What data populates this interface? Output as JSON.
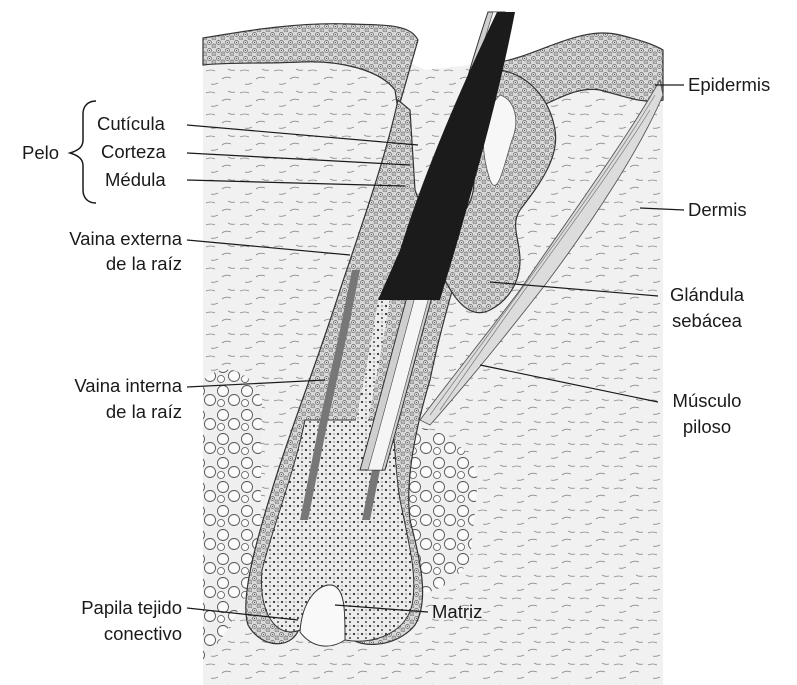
{
  "labels": {
    "pelo": "Pelo",
    "cuticula": "Cutícula",
    "corteza": "Corteza",
    "medula": "Médula",
    "vaina_externa": [
      "Vaina externa",
      "de la raíz"
    ],
    "vaina_interna": [
      "Vaina interna",
      "de la raíz"
    ],
    "papila": [
      "Papila tejido",
      "conectivo"
    ],
    "matriz": "Matriz",
    "epidermis": "Epidermis",
    "dermis": "Dermis",
    "glandula": [
      "Glándula",
      "sebácea"
    ],
    "musculo": [
      "Músculo",
      "piloso"
    ]
  }
}
